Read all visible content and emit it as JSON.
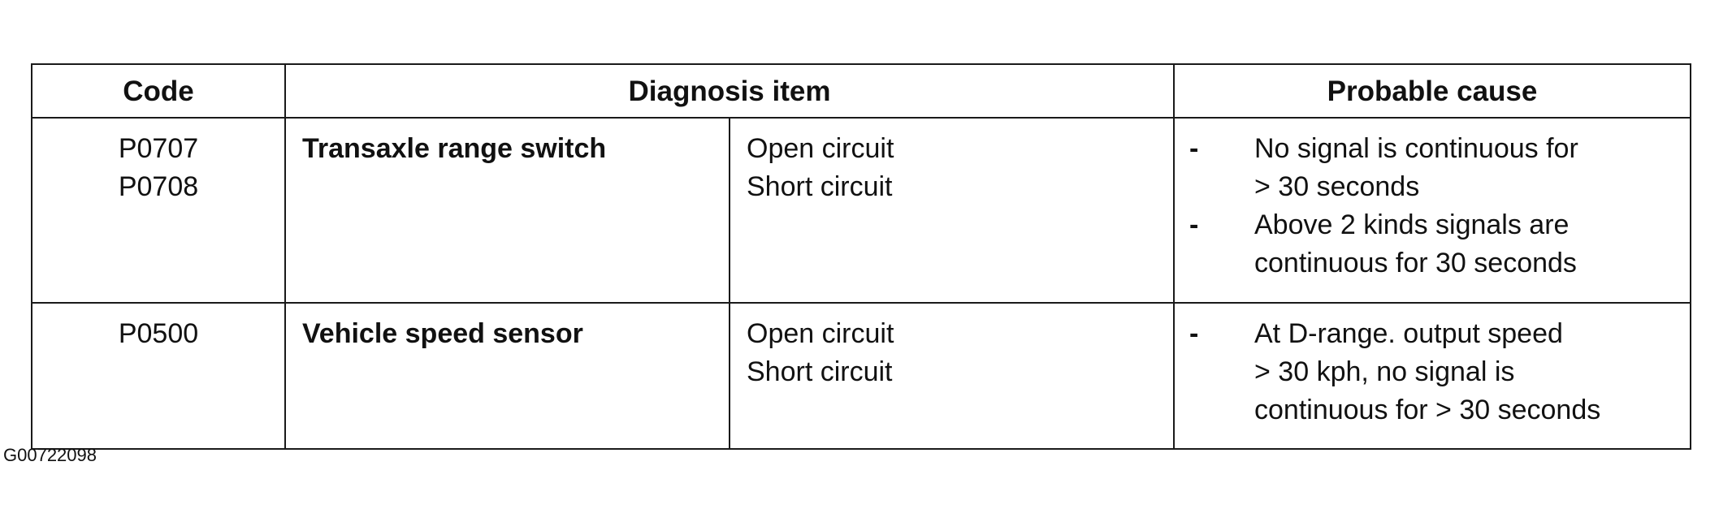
{
  "table": {
    "headers": {
      "code": "Code",
      "diagnosis_item": "Diagnosis item",
      "probable_cause": "Probable cause"
    },
    "rows": [
      {
        "codes": [
          "P0707",
          "P0708"
        ],
        "item": "Transaxle range switch",
        "states": [
          "Open circuit",
          "Short circuit"
        ],
        "bullet": "-",
        "causes": [
          [
            "No signal is continuous for",
            "> 30 seconds"
          ],
          [
            "Above 2 kinds signals are",
            "continuous for 30 seconds"
          ]
        ]
      },
      {
        "codes": [
          "P0500"
        ],
        "item": "Vehicle speed sensor",
        "states": [
          "Open circuit",
          "Short circuit"
        ],
        "bullet": "-",
        "causes": [
          [
            "At D-range. output speed",
            "> 30 kph, no signal is",
            "continuous for > 30 seconds"
          ]
        ]
      }
    ]
  },
  "figure_id": "G00722098"
}
